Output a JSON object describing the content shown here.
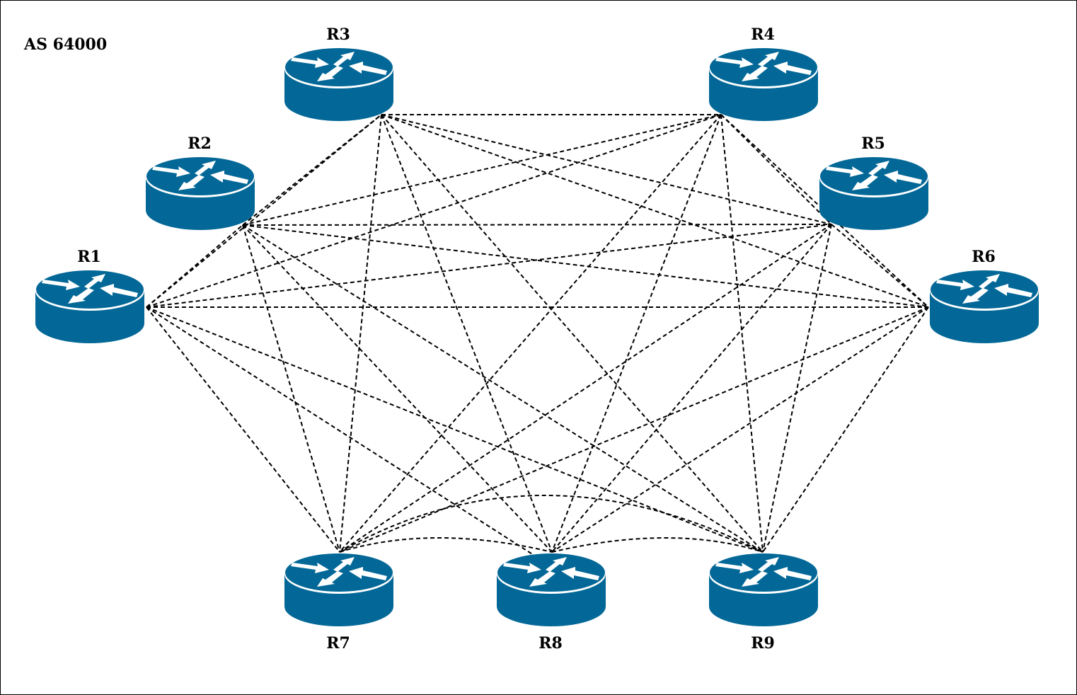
{
  "diagram": {
    "as_label": "AS 64000",
    "router_color": "#036897",
    "routers": [
      {
        "id": "R1",
        "label": "R1"
      },
      {
        "id": "R2",
        "label": "R2"
      },
      {
        "id": "R3",
        "label": "R3"
      },
      {
        "id": "R4",
        "label": "R4"
      },
      {
        "id": "R5",
        "label": "R5"
      },
      {
        "id": "R6",
        "label": "R6"
      },
      {
        "id": "R7",
        "label": "R7"
      },
      {
        "id": "R8",
        "label": "R8"
      },
      {
        "id": "R9",
        "label": "R9"
      }
    ],
    "topology": "full-mesh",
    "link_style": "dashed",
    "links": [
      [
        "R1",
        "R2"
      ],
      [
        "R1",
        "R3"
      ],
      [
        "R1",
        "R4"
      ],
      [
        "R1",
        "R5"
      ],
      [
        "R1",
        "R6"
      ],
      [
        "R1",
        "R7"
      ],
      [
        "R1",
        "R8"
      ],
      [
        "R1",
        "R9"
      ],
      [
        "R2",
        "R3"
      ],
      [
        "R2",
        "R4"
      ],
      [
        "R2",
        "R5"
      ],
      [
        "R2",
        "R6"
      ],
      [
        "R2",
        "R7"
      ],
      [
        "R2",
        "R8"
      ],
      [
        "R2",
        "R9"
      ],
      [
        "R3",
        "R4"
      ],
      [
        "R3",
        "R5"
      ],
      [
        "R3",
        "R6"
      ],
      [
        "R3",
        "R7"
      ],
      [
        "R3",
        "R8"
      ],
      [
        "R3",
        "R9"
      ],
      [
        "R4",
        "R5"
      ],
      [
        "R4",
        "R6"
      ],
      [
        "R4",
        "R7"
      ],
      [
        "R4",
        "R8"
      ],
      [
        "R4",
        "R9"
      ],
      [
        "R5",
        "R6"
      ],
      [
        "R5",
        "R7"
      ],
      [
        "R5",
        "R8"
      ],
      [
        "R5",
        "R9"
      ],
      [
        "R6",
        "R7"
      ],
      [
        "R6",
        "R8"
      ],
      [
        "R6",
        "R9"
      ],
      [
        "R7",
        "R8"
      ],
      [
        "R7",
        "R9"
      ],
      [
        "R8",
        "R9"
      ]
    ]
  }
}
